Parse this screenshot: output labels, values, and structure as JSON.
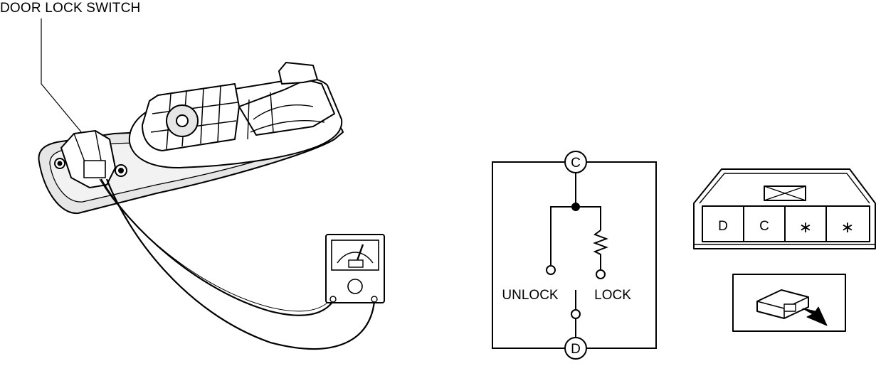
{
  "title": "DOOR LOCK SWITCH",
  "circuit": {
    "top_terminal": "C",
    "bottom_terminal": "D",
    "left_label": "UNLOCK",
    "right_label": "LOCK"
  },
  "connector": {
    "pins": [
      "D",
      "C",
      "∗",
      "∗"
    ]
  },
  "colors": {
    "line": "#000000",
    "housing_fill": "#e6e6e6",
    "background": "#ffffff"
  }
}
